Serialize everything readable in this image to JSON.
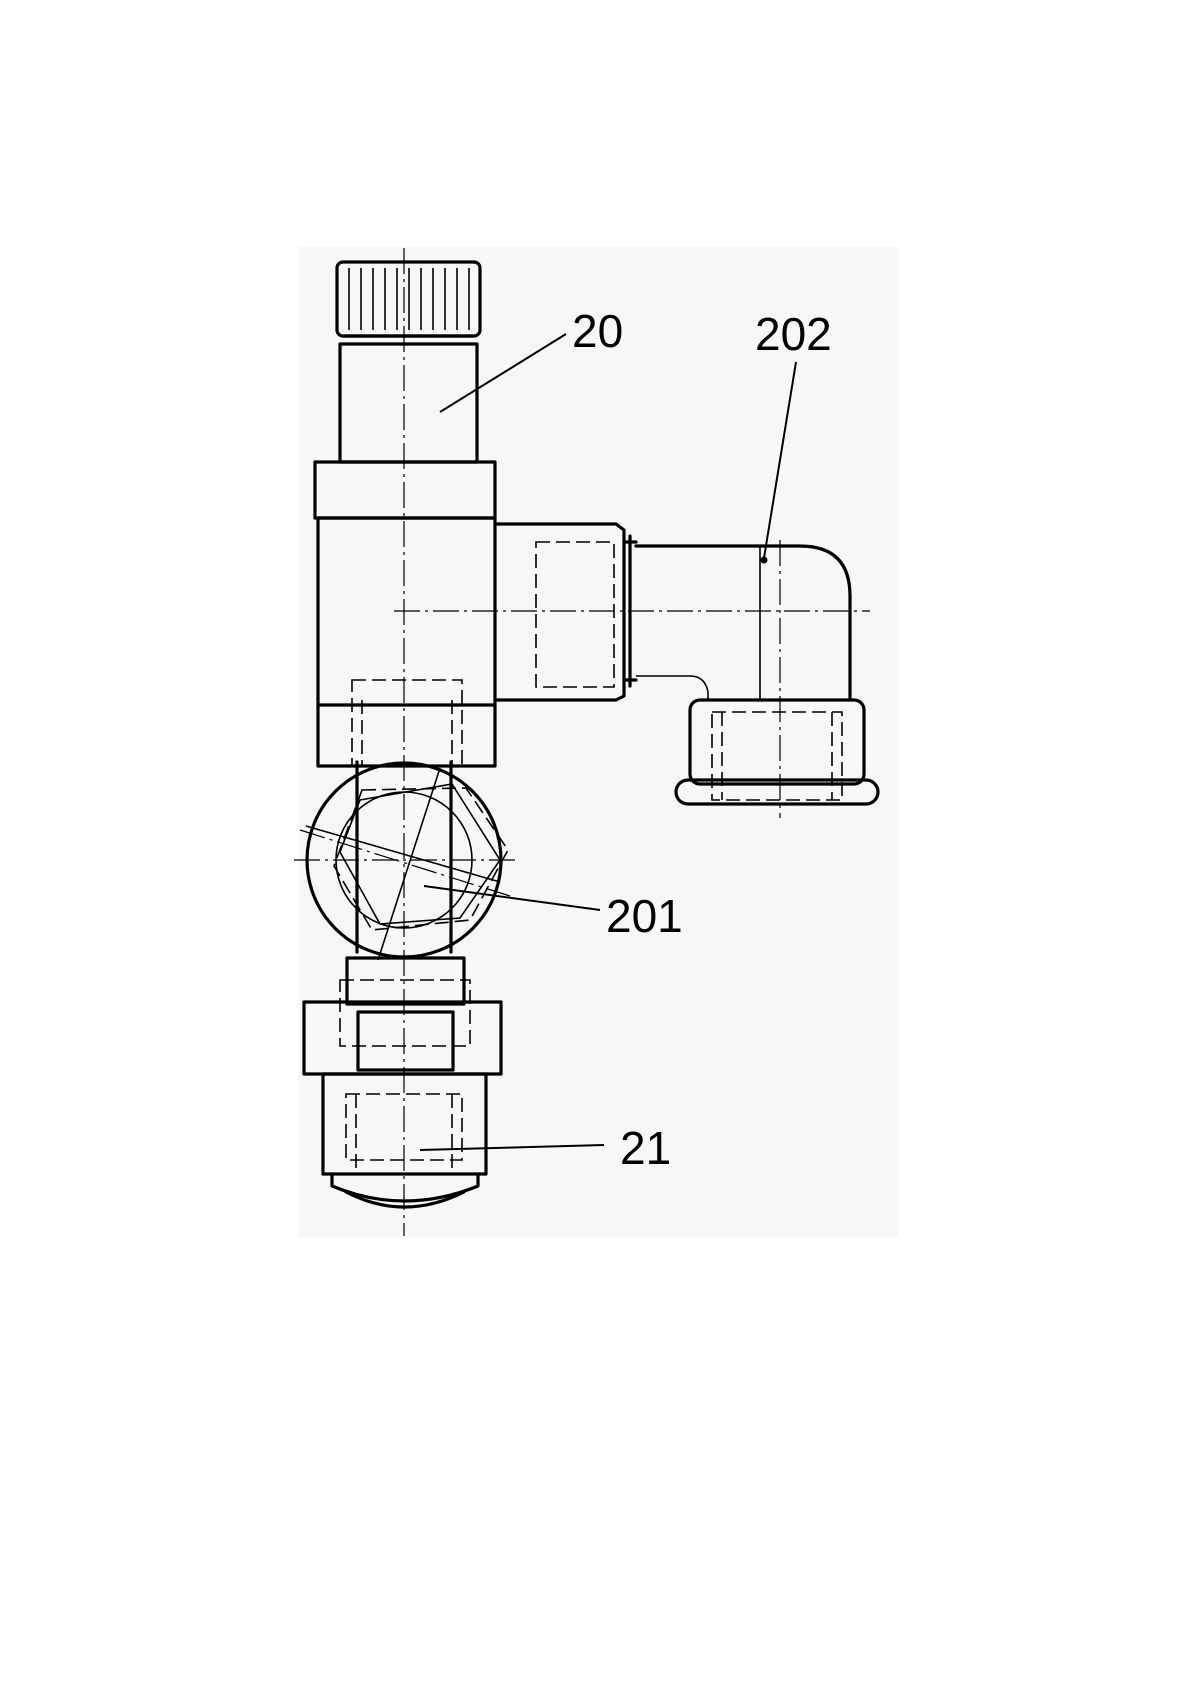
{
  "figure": {
    "labels": {
      "main_valve": "20",
      "outlet_elbow": "202",
      "swivel_joint": "201",
      "lower_fitting": "21"
    }
  }
}
